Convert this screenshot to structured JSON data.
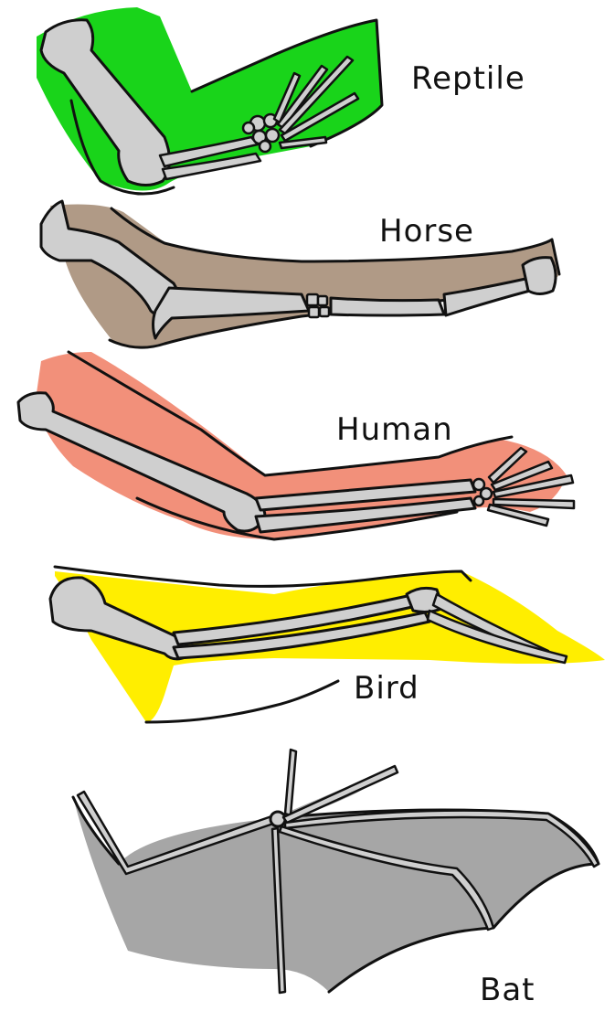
{
  "labels": {
    "reptile": "Reptile",
    "horse": "Horse",
    "human": "Human",
    "bird": "Bird",
    "bat": "Bat"
  },
  "colors": {
    "reptile_skin": "#19d41a",
    "horse_skin": "#b09a86",
    "human_skin": "#f2907a",
    "bird_skin": "#ffee00",
    "bat_skin": "#a6a6a6",
    "bone": "#cfcfcf",
    "outline": "#111111"
  },
  "icons": {
    "reptile": "reptile-forelimb-skeleton",
    "horse": "horse-forelimb-skeleton",
    "human": "human-arm-skeleton",
    "bird": "bird-wing-skeleton",
    "bat": "bat-wing-skeleton"
  }
}
